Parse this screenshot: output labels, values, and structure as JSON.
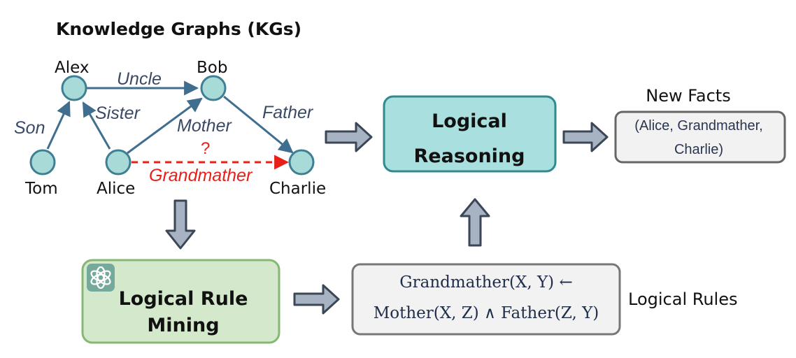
{
  "kg": {
    "title": "Knowledge Graphs (KGs)",
    "nodes": {
      "alex": "Alex",
      "bob": "Bob",
      "tom": "Tom",
      "alice": "Alice",
      "charlie": "Charlie"
    },
    "edges": {
      "uncle": "Uncle",
      "son": "Son",
      "sister": "Sister",
      "mother": "Mother",
      "father": "Father",
      "grandmather": "Grandmather",
      "question": "?"
    }
  },
  "reasoning": {
    "line1": "Logical",
    "line2": "Reasoning"
  },
  "new_facts": {
    "title": "New Facts",
    "line1": "(Alice, Grandmather,",
    "line2": "Charlie)"
  },
  "mining": {
    "line1": "Logical Rule",
    "line2": "Mining"
  },
  "rules": {
    "line1": "Grandmather(X, Y) ←",
    "line2": "Mother(X, Z) ∧ Father(Z, Y)",
    "label": "Logical Rules"
  },
  "colors": {
    "node_fill": "#a8dad8",
    "node_stroke": "#3f7f93",
    "edge": "#3f6e8f",
    "inferred_edge": "#e8201a",
    "reasoning_fill": "#a9dfdf",
    "reasoning_stroke": "#2e8a8e",
    "mining_fill": "#d4e8cc",
    "mining_stroke": "#86b874",
    "rules_fill": "#f2f2f2",
    "rules_stroke": "#777777",
    "arrow_fill": "#a7b3c2",
    "arrow_stroke": "#3b4656"
  },
  "icons": {
    "mining_logo": "openai-logo-icon"
  }
}
